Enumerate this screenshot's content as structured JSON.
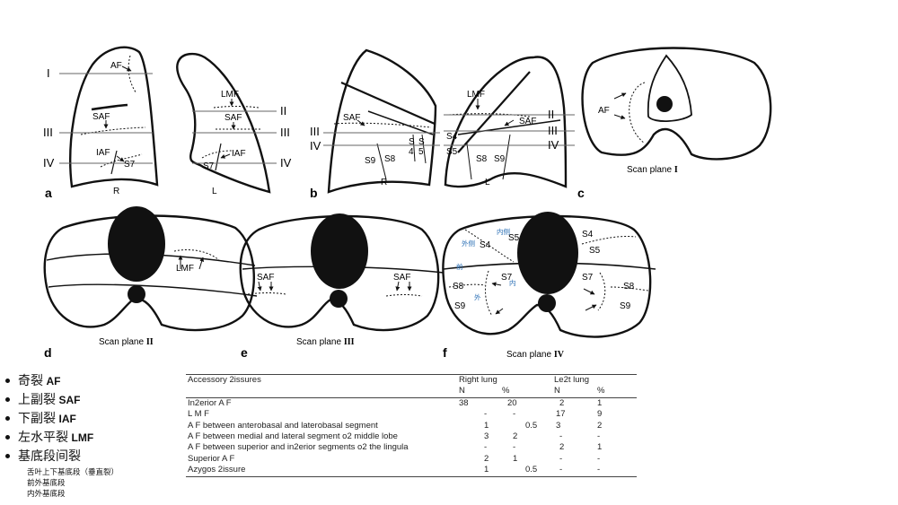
{
  "panels": {
    "a": {
      "letter": "a",
      "levels": [
        "I",
        "III",
        "IV"
      ],
      "levels_right": [
        "II",
        "III",
        "IV"
      ],
      "labels": [
        "AF",
        "SAF",
        "IAF",
        "S7",
        "LMF",
        "SAF",
        "IAF",
        "S7"
      ],
      "sides": [
        "R",
        "L"
      ]
    },
    "b": {
      "letter": "b",
      "levels_left": [
        "III",
        "IV"
      ],
      "levels_right": [
        "II",
        "III",
        "IV"
      ],
      "labels_left": [
        "SAF",
        "S9",
        "S8",
        "S",
        "4",
        "S",
        "5"
      ],
      "labels_right": [
        "LMF",
        "SAF",
        "S4",
        "S5",
        "S8",
        "S9"
      ],
      "sides": [
        "R",
        "L"
      ]
    },
    "c": {
      "letter": "c",
      "labels": [
        "AF"
      ],
      "caption_text": "Scan plane ",
      "caption_roman": "I"
    },
    "d": {
      "letter": "d",
      "labels": [
        "LMF"
      ],
      "caption_text": "Scan plane ",
      "caption_roman": "II"
    },
    "e": {
      "letter": "e",
      "labels": [
        "SAF",
        "SAF"
      ],
      "caption_text": "Scan plane ",
      "caption_roman": "III"
    },
    "f": {
      "letter": "f",
      "labels": [
        "S5",
        "S4",
        "S4",
        "S5",
        "S7",
        "S7",
        "S8",
        "S8",
        "S9",
        "S9"
      ],
      "chinese": [
        "内侧",
        "外侧",
        "前",
        "内",
        "外"
      ],
      "caption_text": "Scan plane ",
      "caption_roman": "IV"
    }
  },
  "bullets": [
    {
      "cn": "奇裂",
      "en": "AF"
    },
    {
      "cn": "上副裂",
      "en": "SAF"
    },
    {
      "cn": "下副裂",
      "en": "IAF"
    },
    {
      "cn": "左水平裂",
      "en": "LMF"
    },
    {
      "cn": "基底段间裂",
      "en": ""
    }
  ],
  "sub_bullets": [
    "舌叶上下基底段（垂直裂）",
    "前外基底段",
    "内外基底段"
  ],
  "table": {
    "headers": {
      "col0": "Accessory 2issures",
      "right": "Right lung",
      "left": "Le2t lung",
      "n": "N",
      "pct": "%"
    },
    "rows": [
      {
        "name": "In2erior A F",
        "rn": "38",
        "rp": "20",
        "ln": "2",
        "lp": "1"
      },
      {
        "name": "L M F",
        "rn": "-",
        "rp": "-",
        "ln": "17",
        "lp": "9"
      },
      {
        "name": "A F between anterobasal and laterobasal segment",
        "rn": "1",
        "rp": "0.5",
        "ln": "3",
        "lp": "2"
      },
      {
        "name": "A F between medial and lateral segment o2 middle lobe",
        "rn": "3",
        "rp": "2",
        "ln": "-",
        "lp": "-"
      },
      {
        "name": "A F between superior and in2erior segments o2 the lingula",
        "rn": "-",
        "rp": "-",
        "ln": "2",
        "lp": "1"
      },
      {
        "name": "Superior A F",
        "rn": "2",
        "rp": "1",
        "ln": "-",
        "lp": "-"
      },
      {
        "name": "Azygos 2issure",
        "rn": "1",
        "rp": "0.5",
        "ln": "-",
        "lp": "-"
      }
    ]
  },
  "colors": {
    "ink": "#111111",
    "blue": "#2a6fb5"
  }
}
